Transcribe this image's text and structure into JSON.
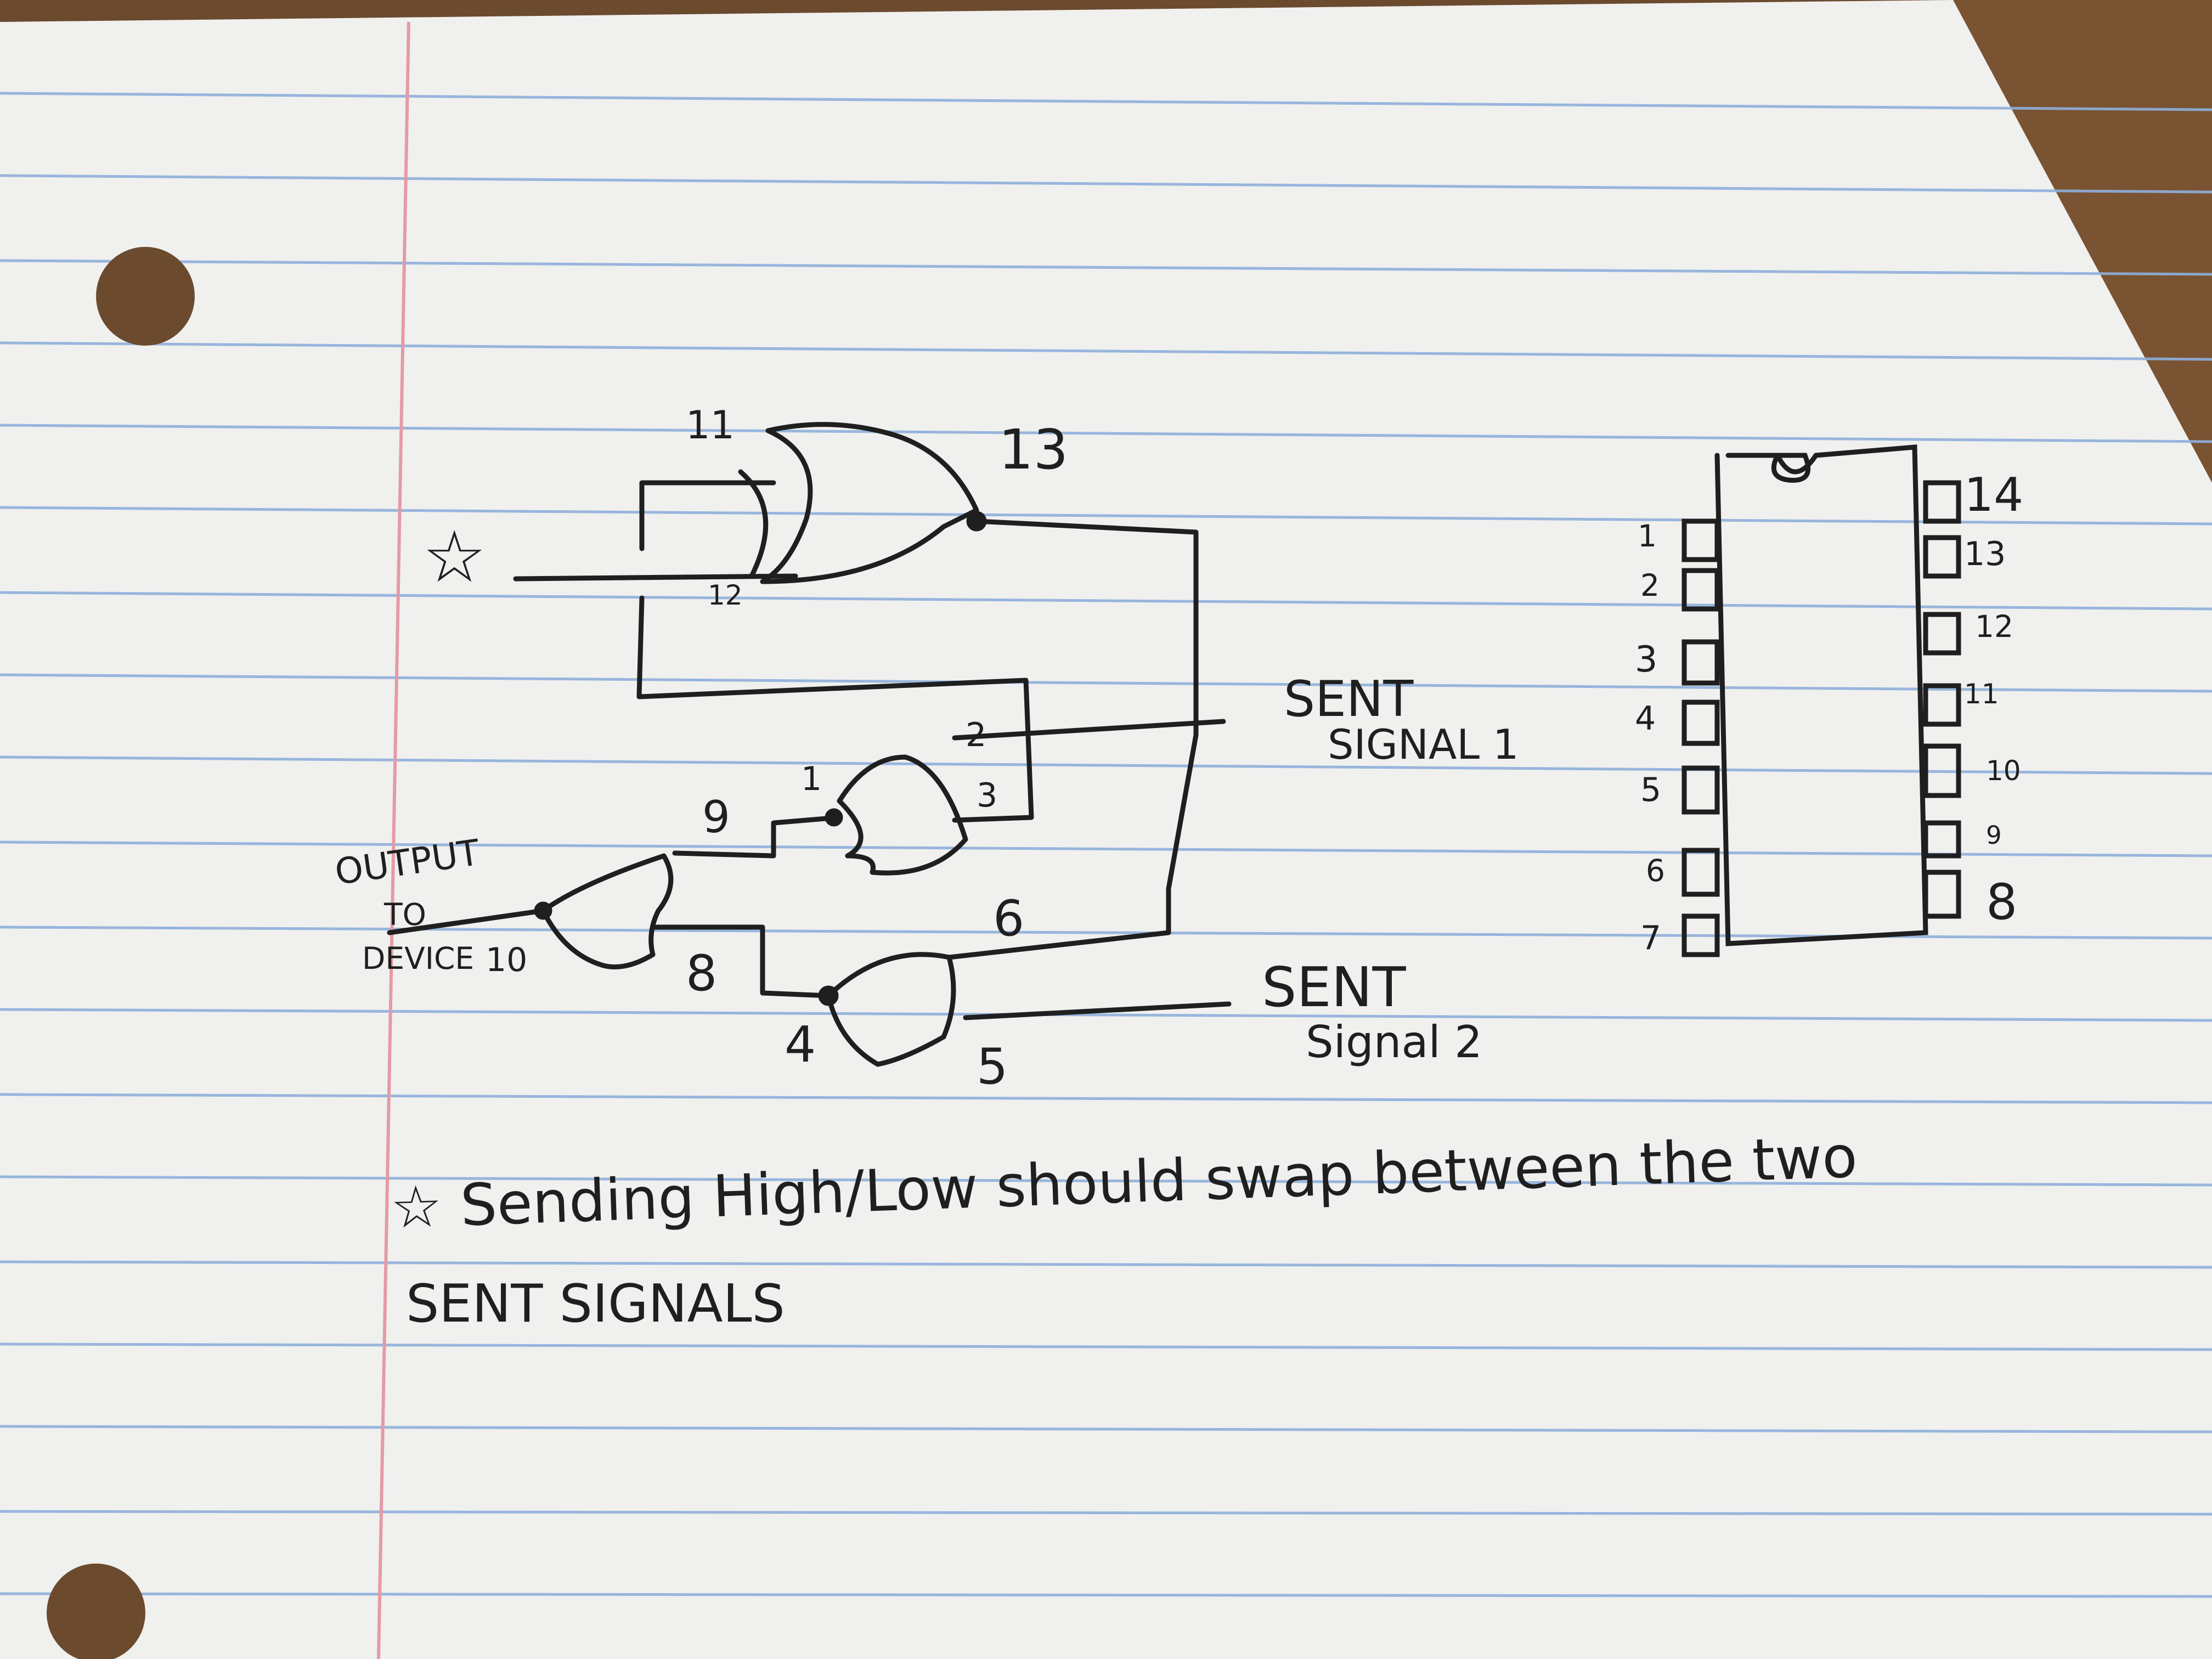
{
  "schematic": {
    "star_input": "☆",
    "gate_top_pins": {
      "in_a": "11",
      "in_b": "12",
      "out": "13"
    },
    "gate_mid_pins": {
      "in_a": "2",
      "in_b": "3",
      "out": "1"
    },
    "gate_low_pins": {
      "in_a": "6",
      "in_b": "5",
      "out": "4"
    },
    "gate_out_pins": {
      "in_a": "9",
      "in_b": "8",
      "out": "10"
    },
    "output_label": "OUTPUT",
    "output_label_2": "TO",
    "output_label_3": "DEVICE",
    "signal1_line1": "SENT",
    "signal1_line2": "SIGNAL 1",
    "signal2_line1": "SENT",
    "signal2_line2": "Signal 2"
  },
  "chip": {
    "left_pins": [
      "1",
      "2",
      "3",
      "4",
      "5",
      "6",
      "7"
    ],
    "right_pins": [
      "14",
      "13",
      "12",
      "11",
      "10",
      "9",
      "8"
    ]
  },
  "note": {
    "line1": "☆ Sending High/Low should swap between the two",
    "line2": "SENT SIGNALS"
  },
  "colors": {
    "paper": "#f2f2f0",
    "rule": "#7fa6d6",
    "margin": "#e39aa3",
    "ink": "#1f1f1f",
    "desk": "#6b4a2e"
  }
}
